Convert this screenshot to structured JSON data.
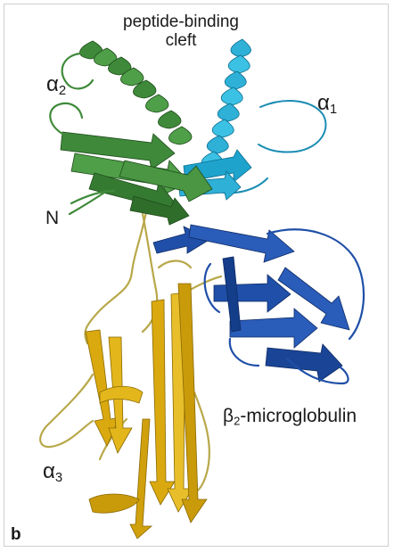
{
  "figure": {
    "panel_letter": "b",
    "labels": {
      "cleft_line1": "peptide-binding",
      "cleft_line2": "cleft",
      "alpha2_base": "α",
      "alpha2_sub": "2",
      "alpha1_base": "α",
      "alpha1_sub": "1",
      "n_terminus": "N",
      "beta2m_base": "β",
      "beta2m_sub": "2",
      "beta2m_rest": "-microglobulin",
      "alpha3_base": "α",
      "alpha3_sub": "3"
    },
    "colors": {
      "alpha2": "#3f8a3a",
      "alpha1": "#2fb0d6",
      "beta2m": "#1f4fa8",
      "alpha3": "#d9a90f",
      "coil_yellow": "#c9b64a"
    }
  }
}
